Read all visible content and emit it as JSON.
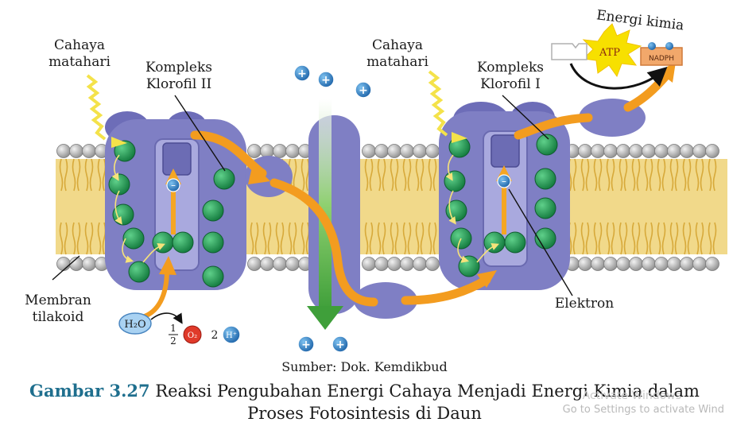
{
  "labels": {
    "sunlight_1": "Cahaya\nmatahari",
    "sunlight_2": "Cahaya\nmatahari",
    "complex_2": "Kompleks\nKlorofil II",
    "complex_1": "Kompleks\nKlorofil I",
    "chemical_energy": "Energi kimia",
    "membrane": "Membran\ntilakoid",
    "electron": "Elektron",
    "atp": "ATP",
    "nadph": "NADPH",
    "water": "H₂O",
    "oxygen": "O₂",
    "half_num": "1",
    "half_den": "2",
    "hydrogen_coef": "2",
    "hydrogen": "H⁺",
    "proton": "+",
    "electron_sign": "–"
  },
  "source": "Sumber: Dok. Kemdikbud",
  "caption": {
    "number": "Gambar 3.27",
    "text": "Reaksi Pengubahan Energi Cahaya Menjadi Energi Kimia dalam Proses Fotosintesis di Daun"
  },
  "watermark": {
    "title": "Activate Windows",
    "text": "Go to Settings to activate Wind"
  },
  "colors": {
    "protein": "#7f7fc4",
    "protein_dark": "#5f5fa8",
    "chlorophyll": "#1f9a55",
    "lipid_head": "#b7b7b7",
    "lipid_tail": "#e8c25a",
    "arrow": "#f5a623",
    "proton": "#2a7fc4",
    "gradient_arrow": "#3f9f3a",
    "caption_number": "#1f6f8e"
  }
}
